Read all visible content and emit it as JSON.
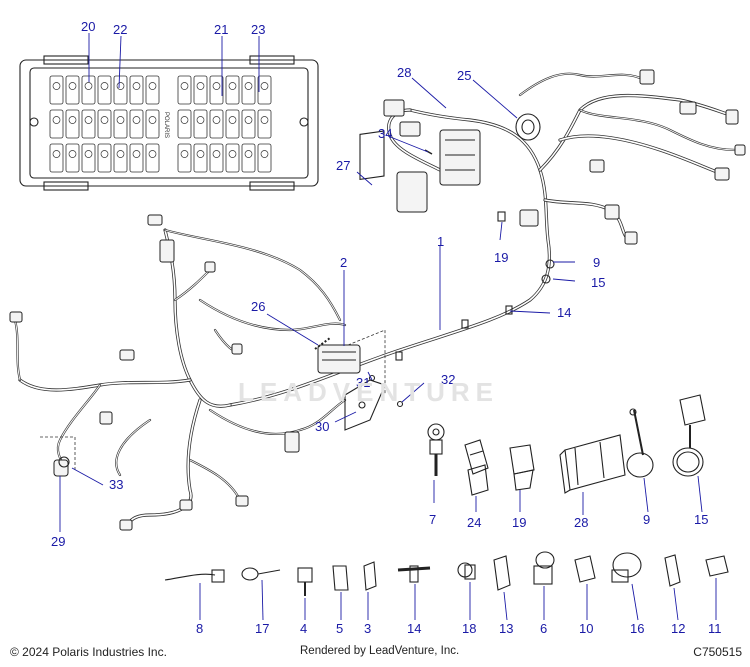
{
  "callouts": {
    "c1": "1",
    "c2": "2",
    "c3": "3",
    "c4": "4",
    "c5": "5",
    "c6": "6",
    "c7": "7",
    "c8": "8",
    "c9": "9",
    "c9b": "9",
    "c10": "10",
    "c11": "11",
    "c12": "12",
    "c13": "13",
    "c14": "14",
    "c14b": "14",
    "c15": "15",
    "c15b": "15",
    "c16": "16",
    "c17": "17",
    "c18": "18",
    "c19": "19",
    "c19b": "19",
    "c20": "20",
    "c21": "21",
    "c22": "22",
    "c23": "23",
    "c24": "24",
    "c25": "25",
    "c26": "26",
    "c27": "27",
    "c28": "28",
    "c28b": "28",
    "c29": "29",
    "c30": "30",
    "c31": "31",
    "c32": "32",
    "c33": "33",
    "c34": "34"
  },
  "fuse_box_label": "POLARIS",
  "watermark": "LEADVENTURE",
  "footer": {
    "copyright": "© 2024 Polaris Industries Inc.",
    "rendered_by": "Rendered by LeadVenture, Inc.",
    "part_code": "C750515"
  },
  "colors": {
    "callout": "#1a1aa6",
    "line_art": "#222222"
  }
}
